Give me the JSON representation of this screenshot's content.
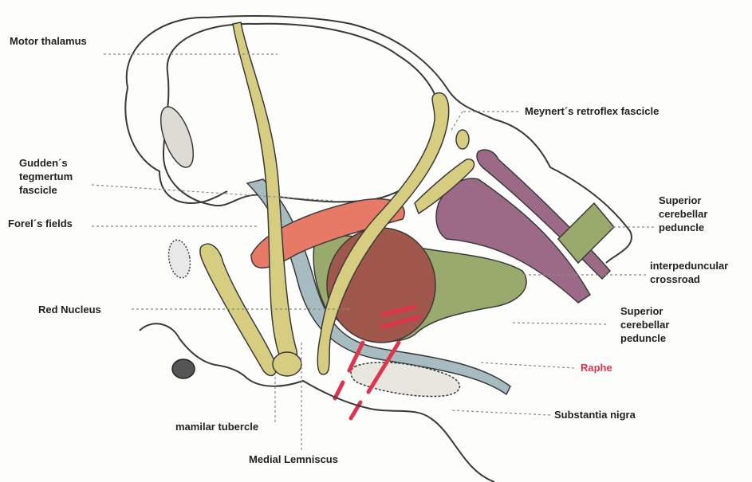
{
  "labels": {
    "motor_thalamus": "Motor thalamus",
    "meynert_fascicle": "Meynert´s retroflex fascicle",
    "gudden_fascicle": "Gudden´s\ntegmertum\nfascicle",
    "forel_fields": "Forel´s fields",
    "superior_cerebellar_peduncle_1": "Superior\ncerebellar\npeduncle",
    "interpeduncular_crossroad": "interpeduncular\ncrossroad",
    "red_nucleus": "Red Nucleus",
    "superior_cerebellar_peduncle_2": "Superior\ncerebellar\npeduncle",
    "raphe": "Raphe",
    "mamilar_tubercle": "mamilar tubercle",
    "substantia_nigra": "Substantia nigra",
    "medial_lemniscus": "Medial Lemniscus"
  },
  "colors": {
    "outline": "#3a3a3a",
    "leader_line": "#8a8a7a",
    "red_nucleus": "#a0574c",
    "fornix_yellow": "#d6cd80",
    "forel_red": "#e67a66",
    "peduncle_green": "#9aaa6c",
    "purple_fibers": "#9c6a87",
    "lemniscus_blue": "#a7bcc0",
    "raphe_label": "#e0334d"
  }
}
